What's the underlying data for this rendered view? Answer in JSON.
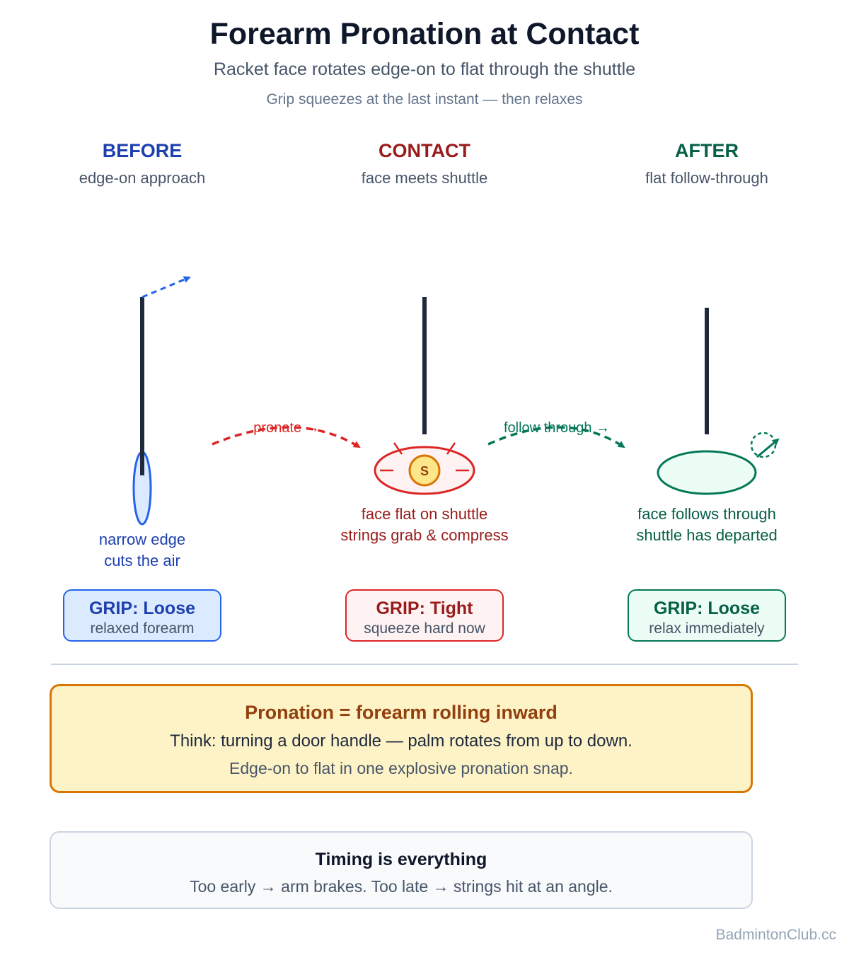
{
  "header": {
    "title": "Forearm Pronation at Contact",
    "subtitle": "Racket face rotates edge-on to flat through the shuttle",
    "tagline": "Grip squeezes at the last instant — then relaxes"
  },
  "phases": [
    {
      "title": "BEFORE",
      "subtitle": "edge-on approach",
      "note_lines": [
        "narrow edge",
        "cuts the air"
      ],
      "grip_title": "GRIP: Loose",
      "grip_sub": "relaxed forearm",
      "color": "#1e40af",
      "accent": "#2563eb",
      "fill": "#dbeafe"
    },
    {
      "title": "CONTACT",
      "subtitle": "face meets shuttle",
      "note_lines": [
        "face flat on shuttle",
        "strings grab & compress"
      ],
      "grip_title": "GRIP: Tight",
      "grip_sub": "squeeze hard now",
      "color": "#991b1b",
      "accent": "#dc2626",
      "fill": "#fef2f2"
    },
    {
      "title": "AFTER",
      "subtitle": "flat follow-through",
      "note_lines": [
        "face follows through",
        "shuttle has departed"
      ],
      "grip_title": "GRIP: Loose",
      "grip_sub": "relax immediately",
      "color": "#065f46",
      "accent": "#047857",
      "fill": "#ecfdf5"
    }
  ],
  "arrows": {
    "pronate_label": "pronate →",
    "follow_label": "follow through →"
  },
  "shuttle_label": "S",
  "key_box": {
    "title": "Pronation = forearm rolling inward",
    "line1": "Think: turning a door handle — palm rotates from up to down.",
    "line2": "Edge-on to flat in one explosive pronation snap."
  },
  "timing_box": {
    "title": "Timing is everything",
    "body": "Too early → arm brakes. Too late → strings hit at an angle."
  },
  "footer": "BadmintonClub.cc"
}
